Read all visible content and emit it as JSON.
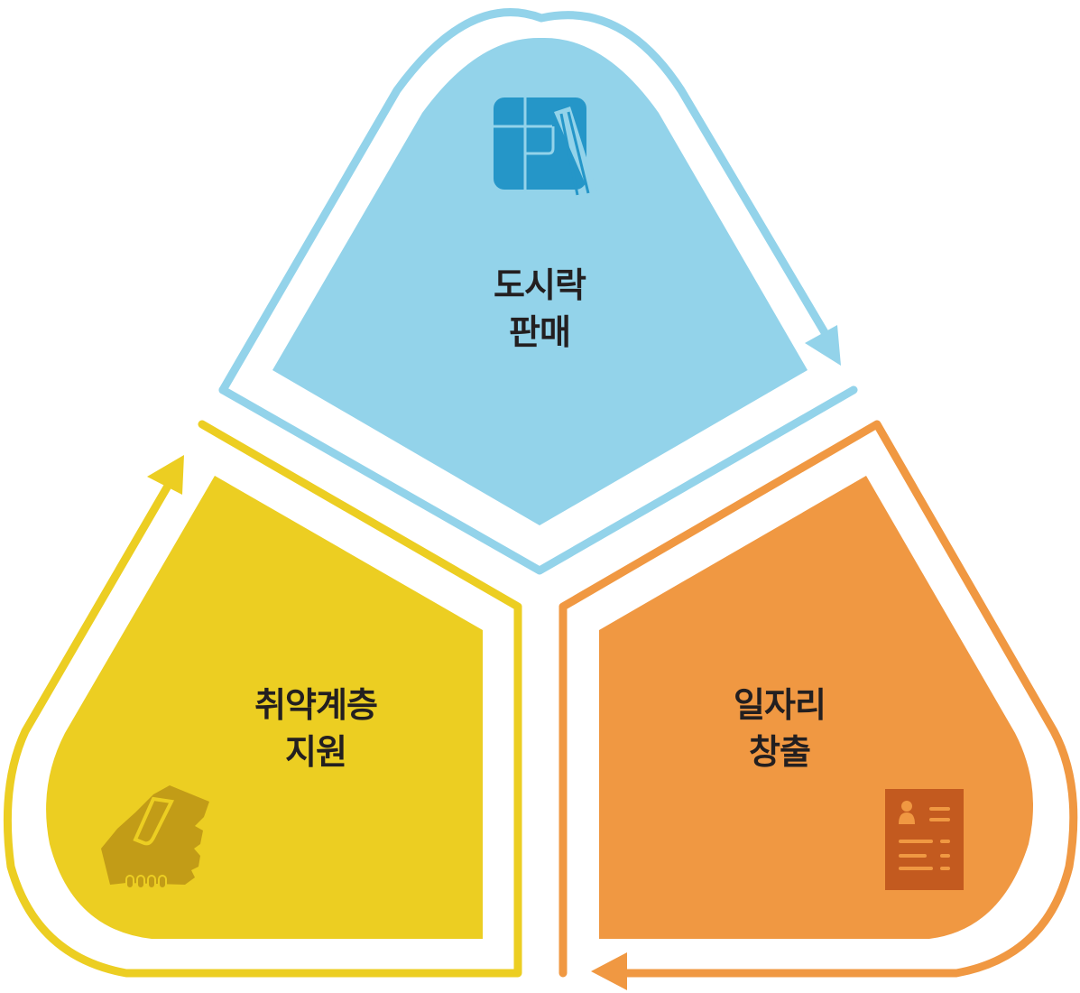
{
  "diagram": {
    "type": "cycle",
    "segments": [
      {
        "id": "top",
        "line1": "도시락",
        "line2": "판매",
        "icon": "lunchbox-chopsticks-icon",
        "fill": "#93d3ea",
        "stroke": "#93d3ea",
        "icon_color": "#2596c8"
      },
      {
        "id": "right",
        "line1": "일자리",
        "line2": "창출",
        "icon": "resume-document-icon",
        "fill": "#f09842",
        "stroke": "#f09842",
        "icon_color": "#c35a1f"
      },
      {
        "id": "left",
        "line1": "취약계층",
        "line2": "지원",
        "icon": "helping-hand-icon",
        "fill": "#ecce22",
        "stroke": "#ecce22",
        "icon_color": "#c29c17"
      }
    ],
    "flow": "clockwise"
  }
}
